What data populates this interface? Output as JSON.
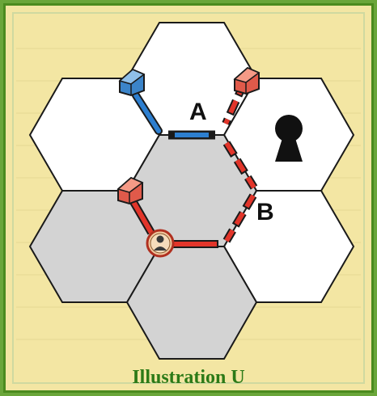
{
  "illustration": {
    "caption": "Illustration U",
    "labels": {
      "a": "A",
      "b": "B"
    },
    "colors": {
      "background": "#f3e6a3",
      "border": "#4b8b1f",
      "caption": "#2c7a17",
      "hex_white": "#ffffff",
      "hex_grey": "#d3d3d3",
      "hex_stroke": "#1a1a1a",
      "road_red": "#e2352a",
      "road_blue": "#2d7fd0",
      "house_red": "#e05a4a",
      "house_blue": "#3b84c9"
    },
    "pieces": {
      "keyhole": "keyhole-icon",
      "character": "character-token-icon"
    }
  }
}
